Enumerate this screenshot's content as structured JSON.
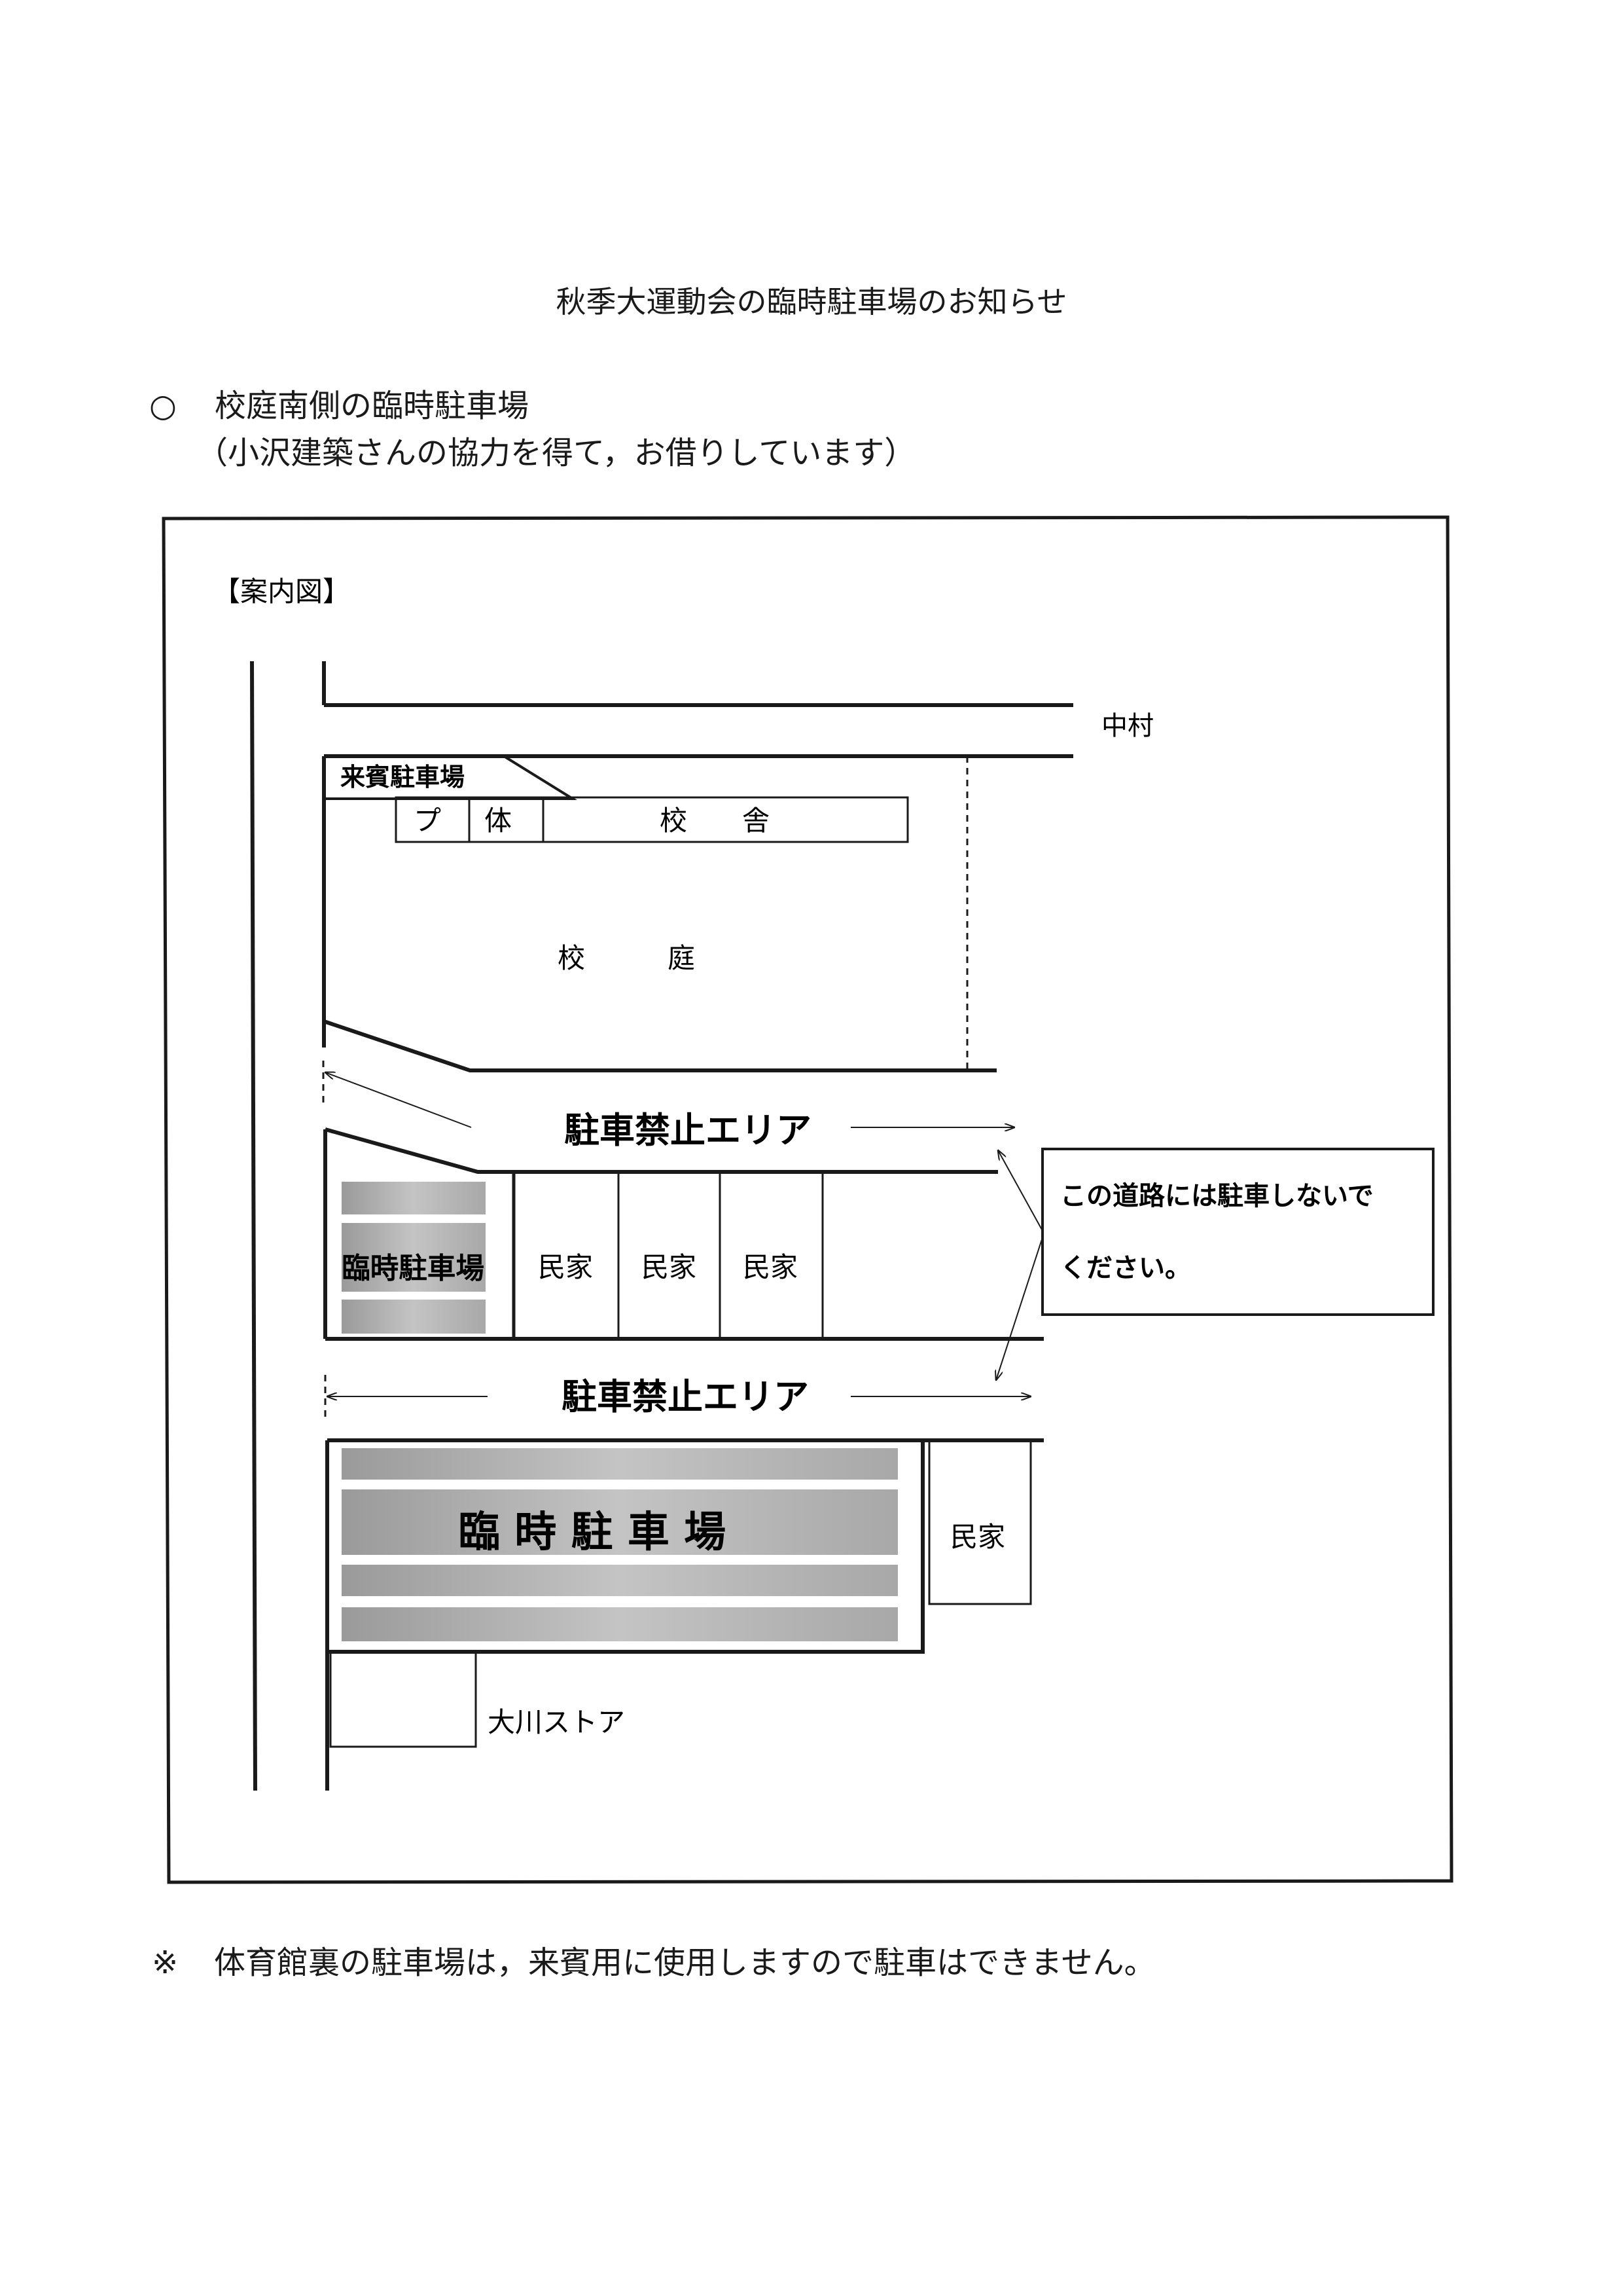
{
  "title": "秋季大運動会の臨時駐車場のお知らせ",
  "section": {
    "bullet": "○",
    "heading": "校庭南側の臨時駐車場",
    "subheading": "（小沢建築さんの協力を得て，お借りしています）"
  },
  "map": {
    "caption": "【案内図】",
    "labels": {
      "nakamura": "中村",
      "guest_parking": "来賓駐車場",
      "pool": "プ",
      "gym": "体",
      "school_building": "校　　舎",
      "schoolyard": "校　　　庭",
      "no_parking_1": "駐車禁止エリア",
      "no_parking_2": "駐車禁止エリア",
      "temp_parking_small": "臨時駐車場",
      "temp_parking_large": "臨 時 駐 車 場",
      "house_1": "民家",
      "house_2": "民家",
      "house_3": "民家",
      "house_4": "民家",
      "store": "大川ストア",
      "callout": [
        "この道路には駐車しないで",
        "ください。"
      ]
    }
  },
  "note": {
    "mark": "※",
    "text": "体育館裏の駐車場は，来賓用に使用しますので駐車はできません。"
  }
}
